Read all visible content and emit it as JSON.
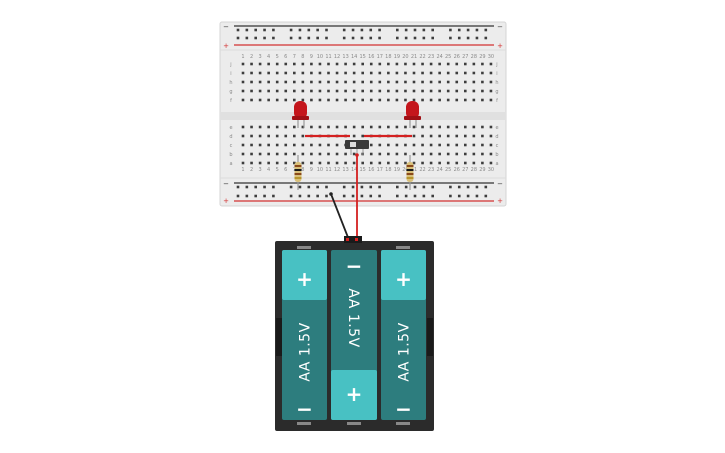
{
  "colors": {
    "breadboard": "#ececec",
    "breadboard_edge": "#d4d4d4",
    "hole": "#3d3d3d",
    "rail_red": "#d33131",
    "rail_black": "#333333",
    "led": "#c4161c",
    "wire_red": "#d42020",
    "wire_black": "#222222",
    "holder": "#2b2b2b",
    "cell_body": "#2d7d7e",
    "cell_cap": "#48c1c3"
  },
  "breadboard": {
    "rail_plus": "+",
    "rail_minus": "−",
    "row_letters_top": [
      "j",
      "i",
      "h",
      "g",
      "f"
    ],
    "row_letters_bottom": [
      "e",
      "d",
      "c",
      "b",
      "a"
    ],
    "column_numbers": [
      "1",
      "2",
      "3",
      "4",
      "5",
      "6",
      "7",
      "8",
      "9",
      "10",
      "11",
      "12",
      "13",
      "14",
      "15",
      "16",
      "17",
      "18",
      "19",
      "20",
      "21",
      "22",
      "23",
      "24",
      "25",
      "26",
      "27",
      "28",
      "29",
      "30"
    ]
  },
  "components": {
    "leds": [
      {
        "name": "led-left",
        "color": "red"
      },
      {
        "name": "led-right",
        "color": "red"
      }
    ],
    "resistors": [
      {
        "name": "resistor-left"
      },
      {
        "name": "resistor-right"
      }
    ],
    "switch": {
      "name": "slide-switch"
    }
  },
  "battery_pack": {
    "cells": [
      {
        "label": "AA 1.5V",
        "top_sign": "+",
        "bottom_sign": "−"
      },
      {
        "label": "AA 1.5V",
        "top_sign": "−",
        "bottom_sign": "+"
      },
      {
        "label": "AA 1.5V",
        "top_sign": "+",
        "bottom_sign": "−"
      }
    ]
  }
}
